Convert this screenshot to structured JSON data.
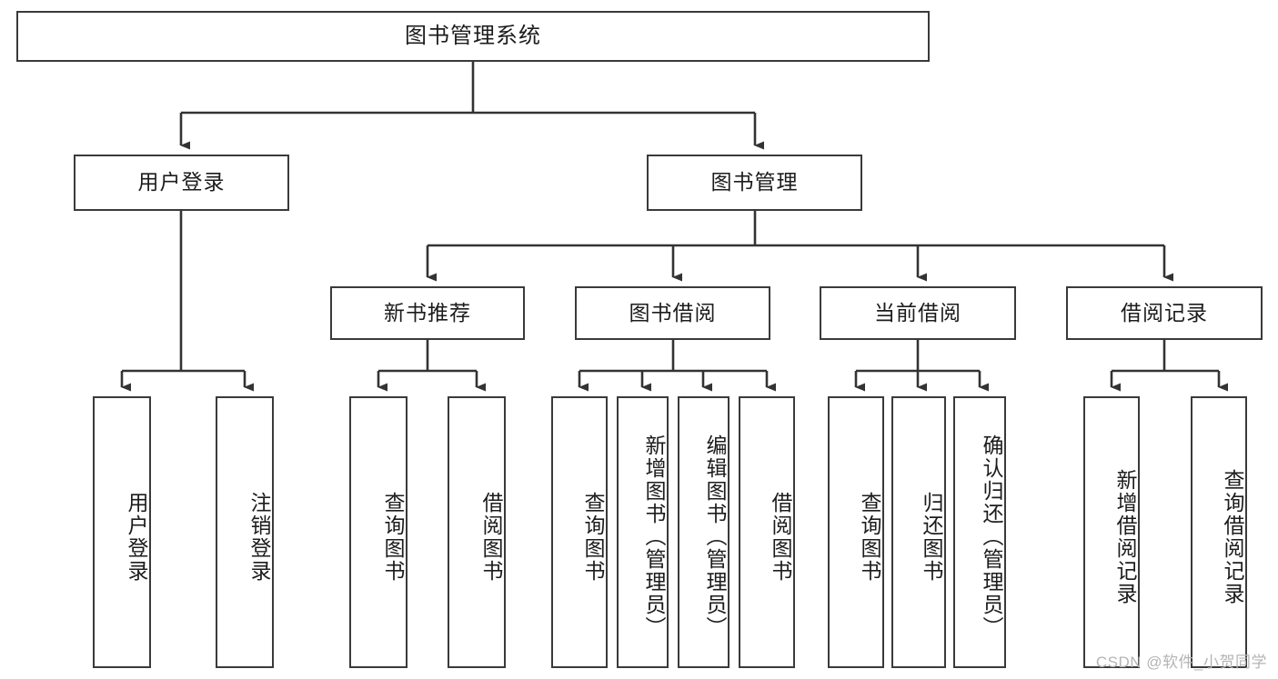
{
  "diagram": {
    "title": "图书管理系统",
    "type": "功能结构图",
    "style": {
      "box_border_color": "#3a3a3a",
      "box_fill_color": "#ffffff",
      "edge_color": "#333333",
      "text_color": "#1c1c1c",
      "background_color": "#ffffff"
    },
    "root": {
      "label": "图书管理系统"
    },
    "level2": [
      {
        "label": "用户登录"
      },
      {
        "label": "图书管理"
      }
    ],
    "level3": [
      {
        "label": "新书推荐"
      },
      {
        "label": "图书借阅"
      },
      {
        "label": "当前借阅"
      },
      {
        "label": "借阅记录"
      }
    ],
    "leaves": [
      {
        "label": "用户登录"
      },
      {
        "label": "注销登录"
      },
      {
        "label": "查询图书"
      },
      {
        "label": "借阅图书"
      },
      {
        "label": "查询图书"
      },
      {
        "label": "新增图书（管理员）"
      },
      {
        "label": "编辑图书（管理员）"
      },
      {
        "label": "借阅图书"
      },
      {
        "label": "查询图书"
      },
      {
        "label": "归还图书"
      },
      {
        "label": "确认归还（管理员）"
      },
      {
        "label": "新增借阅记录"
      },
      {
        "label": "查询借阅记录"
      }
    ]
  },
  "watermark": {
    "text": "CSDN @软件_小贺同学"
  }
}
